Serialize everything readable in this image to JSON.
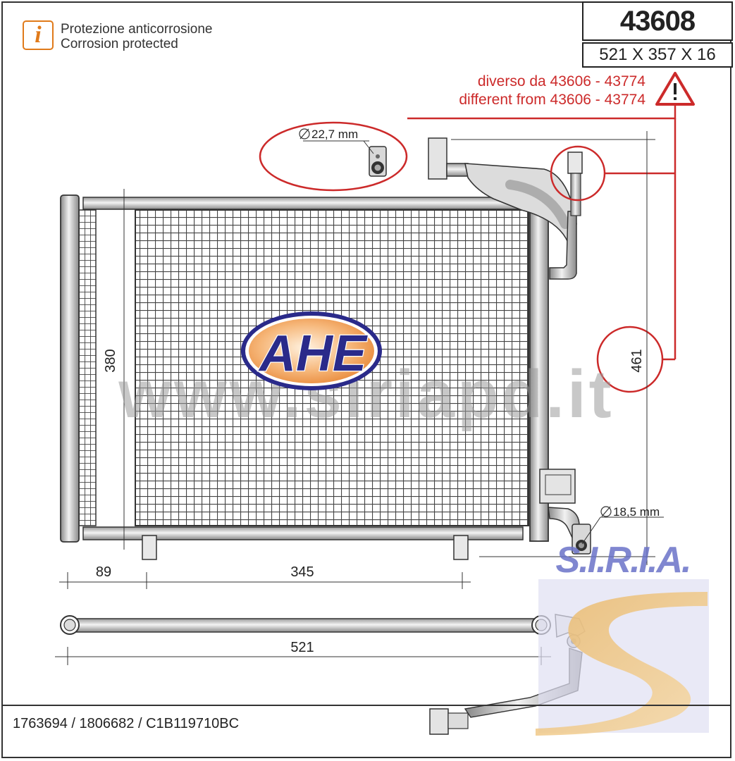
{
  "info": {
    "icon": "info-icon",
    "line1": "Protezione anticorrosione",
    "line2": "Corrosion protected"
  },
  "product": {
    "code": "43608",
    "dimensions": "521 X 357 X 16"
  },
  "note": {
    "line1": "diverso da 43606 - 43774",
    "line2": "different from 43606 - 43774",
    "icon": "warning-icon"
  },
  "callouts": {
    "inlet_diameter": "22,7 mm",
    "outlet_diameter": "18,5 mm"
  },
  "dimensions": {
    "height_core": "380",
    "height_total": "461",
    "dist_left": "89",
    "dist_mid": "345",
    "width_total": "521"
  },
  "brand": {
    "logo_text": "AHE",
    "watermark": "www.siriapd.it",
    "siria_logo": "S.I.R.I.A."
  },
  "footer": {
    "oe_codes": "1763694 / 1806682 / C1B119710BC"
  },
  "colors": {
    "note_red": "#cc2a2a",
    "info_orange": "#e07a1a",
    "logo_blue": "#2a2a8a",
    "logo_orange": "#f2a25a"
  }
}
